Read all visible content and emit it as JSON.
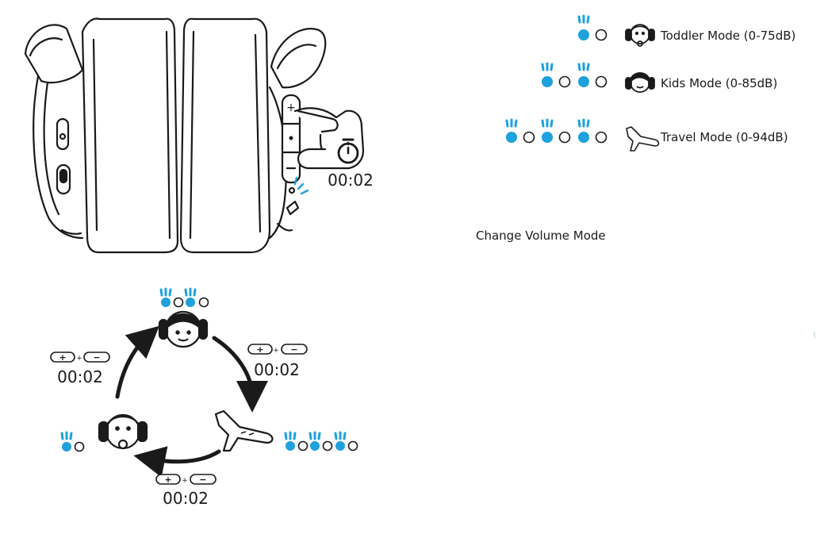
{
  "colors": {
    "accent": "#1ea1dc",
    "line": "#1a1a1a",
    "background": "#ffffff"
  },
  "modes": [
    {
      "label": "Toddler Mode (0-75dB)",
      "icon": "toddler-headphones-icon",
      "led_pairs": 1
    },
    {
      "label": "Kids Mode (0-85dB)",
      "icon": "kid-headphones-icon",
      "led_pairs": 2
    },
    {
      "label": "Travel Mode (0-94dB)",
      "icon": "airplane-icon",
      "led_pairs": 3
    }
  ],
  "caption": "Change Volume Mode",
  "hold_time": "00:02",
  "cycle": {
    "right_timer": "00:02",
    "bottom_timer": "00:02",
    "left_timer": "00:02",
    "button_plus": "+",
    "button_minus": "−",
    "button_join": "+"
  }
}
